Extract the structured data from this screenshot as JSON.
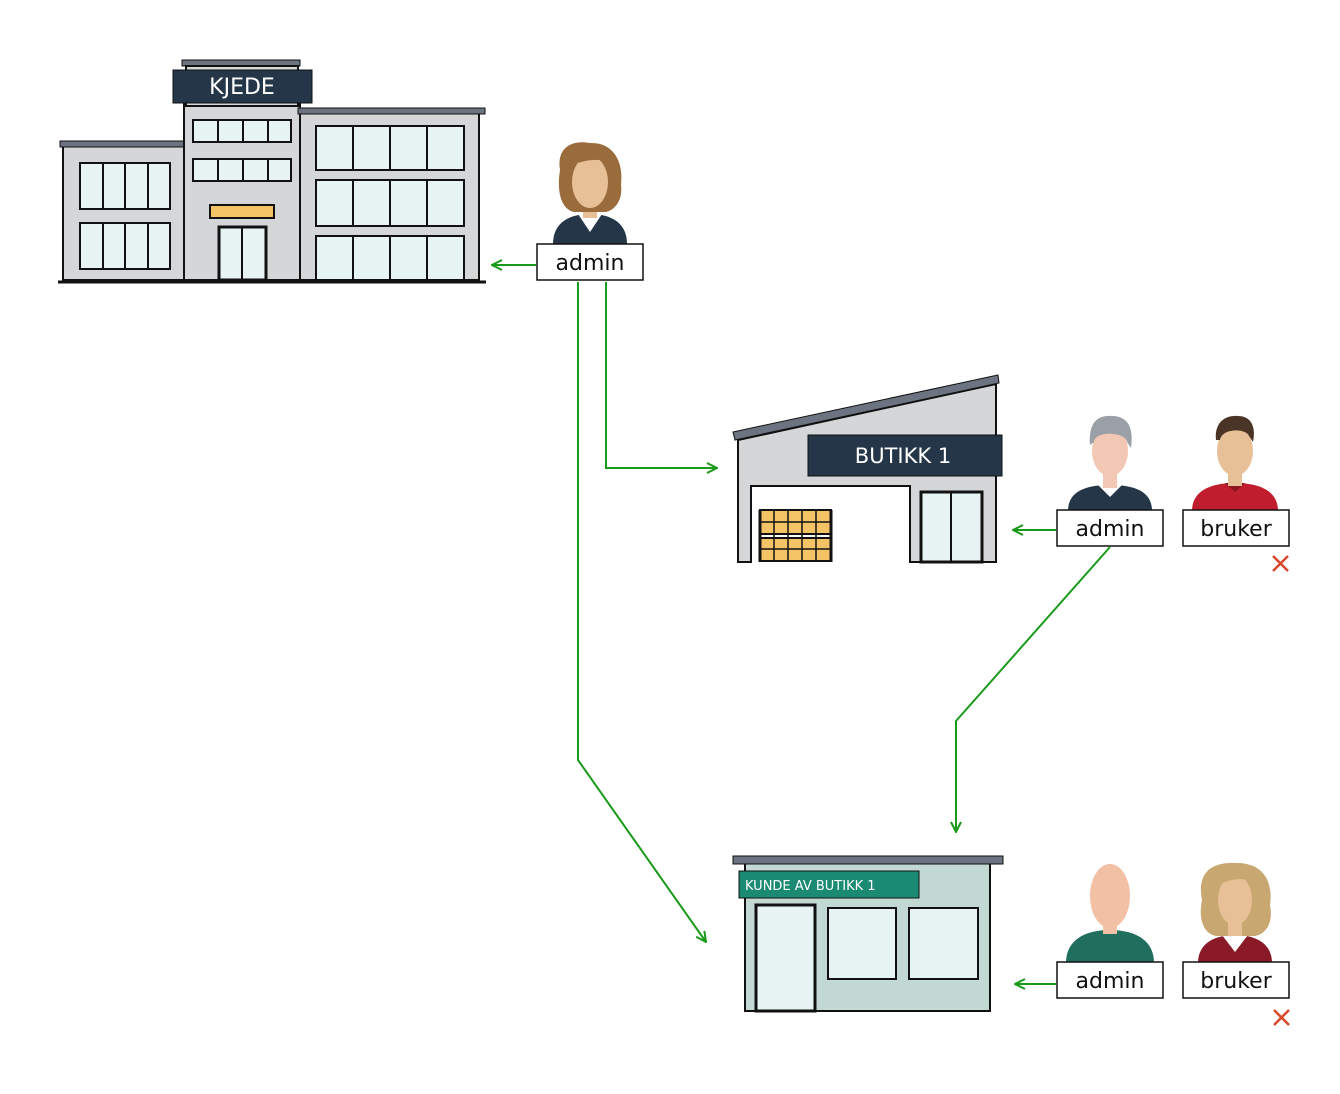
{
  "buildings": {
    "chain": {
      "sign": "KJEDE"
    },
    "store": {
      "sign": "BUTIKK 1"
    },
    "customer": {
      "sign": "KUNDE AV BUTIKK 1"
    }
  },
  "users": {
    "chain_admin": {
      "label": "admin"
    },
    "store_admin": {
      "label": "admin"
    },
    "store_user": {
      "label": "bruker",
      "access": "denied"
    },
    "customer_admin": {
      "label": "admin"
    },
    "customer_user": {
      "label": "bruker",
      "access": "denied"
    }
  },
  "colors": {
    "arrow": "#1a9a1a",
    "deny_mark": "#d9472b",
    "sign_dark": "#243648",
    "sign_teal": "#1a8a72",
    "window": "#e8f4f4",
    "wall": "#d5d6d8",
    "customer_wall": "#c2d8d2",
    "crate": "#f3c366"
  },
  "icons": [
    "office-building-icon",
    "warehouse-store-icon",
    "shop-icon",
    "person-icon",
    "deny-x-icon"
  ]
}
